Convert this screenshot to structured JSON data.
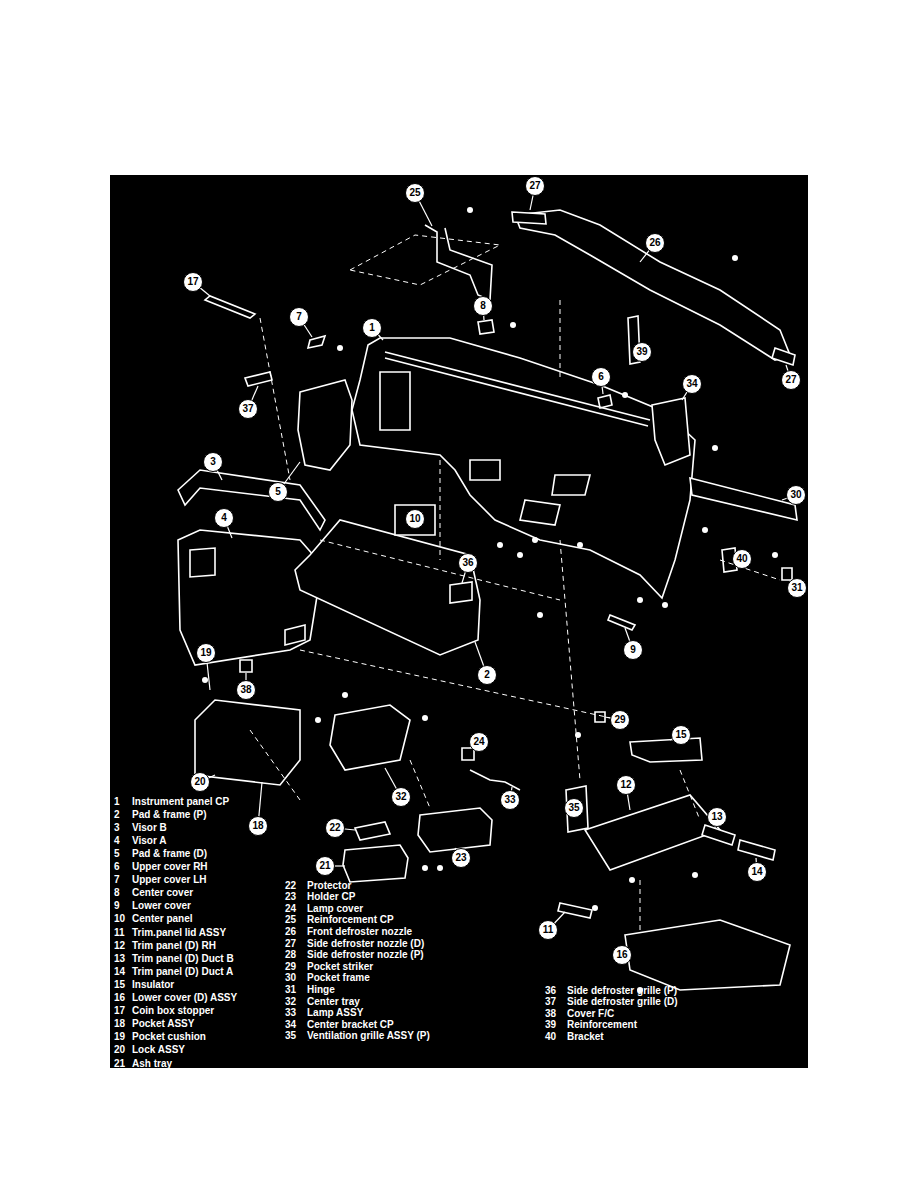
{
  "diagram": {
    "nodes": [
      {
        "text": [
          "25"
        ]
      },
      {
        "text": [
          "27"
        ]
      },
      {
        "text": [
          "26"
        ]
      },
      {
        "text": [
          "17"
        ]
      },
      {
        "text": [
          "7"
        ]
      },
      {
        "text": [
          "1"
        ]
      },
      {
        "text": [
          "8"
        ]
      },
      {
        "text": [
          "39"
        ]
      },
      {
        "text": [
          "27"
        ]
      },
      {
        "text": [
          "6"
        ]
      },
      {
        "text": [
          "34"
        ]
      },
      {
        "text": [
          "37"
        ]
      },
      {
        "text": [
          "3"
        ]
      },
      {
        "text": [
          "5"
        ]
      },
      {
        "text": [
          "30"
        ]
      },
      {
        "text": [
          "10"
        ]
      },
      {
        "text": [
          "4"
        ]
      },
      {
        "text": [
          "36"
        ]
      },
      {
        "text": [
          "40"
        ]
      },
      {
        "text": [
          "31"
        ]
      },
      {
        "text": [
          "9"
        ]
      },
      {
        "text": [
          "19"
        ]
      },
      {
        "text": [
          "2"
        ]
      },
      {
        "text": [
          "38"
        ]
      },
      {
        "text": [
          "29"
        ]
      },
      {
        "text": [
          "15"
        ]
      },
      {
        "text": [
          "24"
        ]
      },
      {
        "text": [
          "33"
        ]
      },
      {
        "text": [
          "32"
        ]
      },
      {
        "text": [
          "20"
        ]
      },
      {
        "text": [
          "35"
        ]
      },
      {
        "text": [
          "12"
        ]
      },
      {
        "text": [
          "13"
        ]
      },
      {
        "text": [
          "18"
        ]
      },
      {
        "text": [
          "14"
        ]
      },
      {
        "text": [
          "23"
        ]
      },
      {
        "text": [
          "22"
        ]
      },
      {
        "text": [
          "11"
        ]
      },
      {
        "text": [
          "16"
        ]
      },
      {
        "text": [
          "21"
        ]
      }
    ],
    "labels": [
      "1",
      "Instrument panel CP",
      "2",
      "Pad & frame (P)",
      "3",
      "Visor B",
      "4",
      "Visor A",
      "5",
      "Pad & frame (D)",
      "6",
      "Upper cover RH",
      "7",
      "Upper cover LH",
      "8",
      "Center cover",
      "9",
      "Lower cover",
      "10",
      "Center panel",
      "11",
      "Trim.panel lid ASSY",
      "12",
      "Trim panel (D) RH",
      "13",
      "Trim panel (D) Duct B",
      "14",
      "Trim panel (D) Duct A",
      "15",
      "Insulator",
      "16",
      "Lower cover (D) ASSY",
      "17",
      "Coin box stopper",
      "18",
      "Pocket ASSY",
      "19",
      "Pocket cushion",
      "20",
      "Lock ASSY",
      "21",
      "Ash tray",
      "22",
      "Protector",
      "23",
      "Holder CP",
      "24",
      "Lamp cover",
      "25",
      "Reinforcement CP",
      "26",
      "Front defroster nozzle",
      "27",
      "Side defroster nozzle (D)",
      "28",
      "Side defroster nozzle (P)",
      "29",
      "Pocket striker",
      "30",
      "Pocket frame",
      "31",
      "Hinge",
      "32",
      "Center tray",
      "33",
      "Lamp ASSY",
      "34",
      "Center bracket CP",
      "35",
      "Ventilation grille ASSY (P)",
      "36",
      "Side defroster grille (P)",
      "37",
      "Side defroster grille (D)",
      "38",
      "Cover F/C",
      "39",
      "Reinforcement",
      "40",
      "Bracket"
    ]
  }
}
